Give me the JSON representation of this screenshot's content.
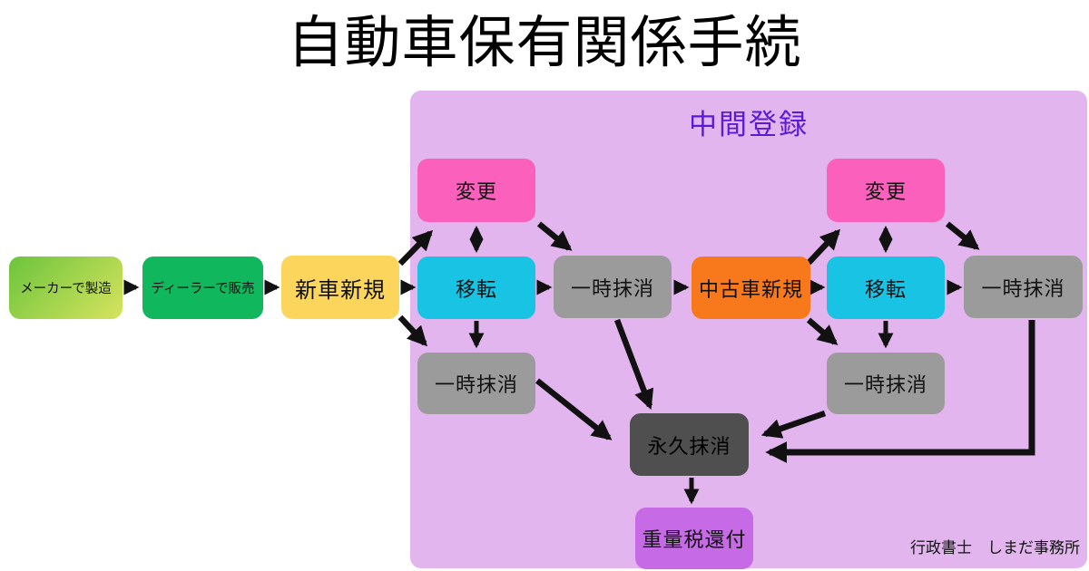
{
  "title": "自動車保有関係手続",
  "region": {
    "label": "中間登録"
  },
  "footer": "行政書士　しまだ事務所",
  "nodes": {
    "maker": {
      "label": "メーカーで製造"
    },
    "dealer": {
      "label": "ディーラーで販売"
    },
    "new_car": {
      "label": "新車新規"
    },
    "change_left": {
      "label": "変更"
    },
    "transfer_left": {
      "label": "移転"
    },
    "temp_mid_left": {
      "label": "一時抹消"
    },
    "temp_lower_left": {
      "label": "一時抹消"
    },
    "used_car": {
      "label": "中古車新規"
    },
    "change_right": {
      "label": "変更"
    },
    "transfer_right": {
      "label": "移転"
    },
    "temp_far_right": {
      "label": "一時抹消"
    },
    "temp_lower_right": {
      "label": "一時抹消"
    },
    "permanent": {
      "label": "永久抹消"
    },
    "tax_refund": {
      "label": "重量税還付"
    }
  },
  "edges": [
    {
      "from": "maker",
      "to": "dealer"
    },
    {
      "from": "dealer",
      "to": "new_car"
    },
    {
      "from": "new_car",
      "to": "transfer_left"
    },
    {
      "from": "new_car",
      "to": "change_left"
    },
    {
      "from": "new_car",
      "to": "temp_lower_left"
    },
    {
      "from": "change_left",
      "to": "transfer_left",
      "bidirectional": true
    },
    {
      "from": "change_left",
      "to": "temp_mid_left"
    },
    {
      "from": "transfer_left",
      "to": "temp_mid_left"
    },
    {
      "from": "transfer_left",
      "to": "temp_lower_left"
    },
    {
      "from": "temp_mid_left",
      "to": "used_car"
    },
    {
      "from": "temp_mid_left",
      "to": "permanent"
    },
    {
      "from": "temp_lower_left",
      "to": "permanent"
    },
    {
      "from": "used_car",
      "to": "change_right"
    },
    {
      "from": "used_car",
      "to": "transfer_right"
    },
    {
      "from": "used_car",
      "to": "temp_lower_right"
    },
    {
      "from": "change_right",
      "to": "transfer_right",
      "bidirectional": true
    },
    {
      "from": "change_right",
      "to": "temp_far_right"
    },
    {
      "from": "transfer_right",
      "to": "temp_far_right"
    },
    {
      "from": "transfer_right",
      "to": "temp_lower_right"
    },
    {
      "from": "temp_lower_right",
      "to": "permanent"
    },
    {
      "from": "temp_far_right",
      "to": "permanent"
    },
    {
      "from": "permanent",
      "to": "tax_refund"
    }
  ],
  "colors": {
    "background": "#ffffff",
    "title_text": "#000000",
    "region_bg": "#e2b5ee",
    "region_label": "#5b1bd6",
    "maker_gradient_start": "#6cc43c",
    "maker_gradient_end": "#d7e35e",
    "dealer_green": "#10b75c",
    "new_car_yellow": "#fcd65c",
    "change_pink": "#fb61bc",
    "transfer_cyan": "#18c3e4",
    "temp_gray": "#9b9b9b",
    "used_car_orange": "#f7791b",
    "permanent_dark_gray": "#4f4f4f",
    "refund_orchid": "#c76ae6",
    "arrow_black": "#111111"
  }
}
